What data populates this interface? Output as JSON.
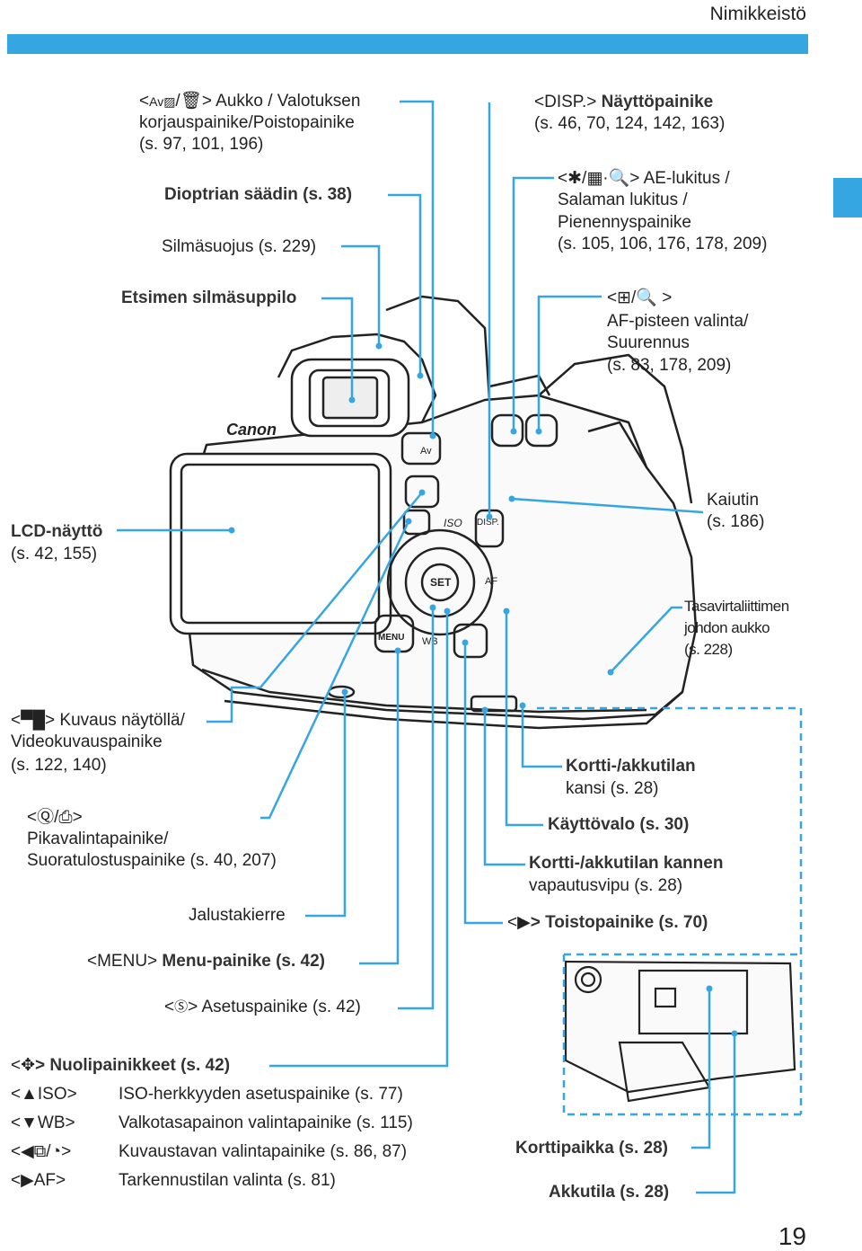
{
  "header": {
    "title": "Nimikkeistö"
  },
  "page_number": "19",
  "colors": {
    "accent": "#35a6e2",
    "callout_line": "#35a6e2",
    "line_art": "#222222"
  },
  "callouts_left": {
    "aperture": {
      "prefix": "<",
      "suffix": "> Aukko / Valotuksen",
      "line2": "korjauspainike/Poistopainike",
      "line3": "(s. 97, 101, 196)"
    },
    "diopter": "Dioptrian säädin (s. 38)",
    "eyecup": "Silmäsuojus (s. 229)",
    "eyepiece": "Etsimen silmäsuppilo",
    "lcd": {
      "line1": "LCD-näyttö",
      "line2": "(s. 42, 155)"
    },
    "liveview": {
      "prefix": "<",
      "suffix": "> Kuvaus näytöllä/",
      "line2": "Videokuvauspainike",
      "line3": "(s. 122, 140)"
    },
    "quick": {
      "prefix": "<",
      "sep": "/",
      "suffix": ">",
      "line2": "Pikavalintapainike/",
      "line3": "Suoratulostuspainike (s. 40, 207)"
    },
    "tripod": "Jalustakierre",
    "menu": {
      "prefix": "<MENU>",
      "text": " Menu-painike (s. 42)"
    },
    "set": {
      "prefix": "<",
      "suffix": "> Asetuspainike (s. 42)"
    }
  },
  "callouts_right": {
    "disp": {
      "prefix": "<DISP.>",
      "text": " Näyttöpainike",
      "line2": "(s. 46, 70, 124, 142, 163)"
    },
    "ae_lock": {
      "prefix": "<",
      "suffix": "> AE-lukitus /",
      "line2": "Salaman lukitus /",
      "line3": "Pienennyspainike",
      "line4": "(s. 105, 106, 176, 178, 209)"
    },
    "af_point": {
      "prefix": "<",
      "sep": "/",
      "suffix": " >",
      "line2": "AF-pisteen valinta/",
      "line3": "Suurennus",
      "line4": "(s. 83, 178, 209)"
    },
    "speaker": {
      "line1": "Kaiutin",
      "line2": "(s. 186)"
    },
    "dc_coupler": {
      "line1": "Tasavirtaliittimen",
      "line2": "johdon aukko",
      "line3": "(s. 228)"
    },
    "card_cover": {
      "line1": "Kortti-/akkutilan",
      "line2": "kansi (s. 28)"
    },
    "power": "Käyttövalo (s. 30)",
    "release": {
      "line1": "Kortti-/akkutilan kannen",
      "line2": "vapautusvipu (s. 28)"
    },
    "playback": {
      "prefix": "<",
      "suffix": "> Toistopainike (s. 70)"
    },
    "card_slot": "Korttipaikka (s. 28)",
    "battery": "Akkutila (s. 28)"
  },
  "cross_keys": {
    "title": {
      "prefix": "<",
      "suffix": "> Nuolipainikkeet (s. 42)"
    },
    "rows": [
      {
        "key": "<▲ISO>",
        "desc": "ISO-herkkyyden asetuspainike (s. 77)"
      },
      {
        "key": "<▼WB>",
        "desc": "Valkotasapainon valintapainike (s. 115)"
      },
      {
        "key": "<◀",
        "desc": "Kuvaustavan valintapainike (s. 86, 87)"
      },
      {
        "key": "<▶AF>",
        "desc": "Tarkennustilan valinta (s. 81)"
      }
    ]
  },
  "camera_labels": {
    "brand": "Canon",
    "iso": "ISO",
    "disp": "DISP.",
    "set": "SET",
    "af": "AF",
    "menu": "MENU",
    "wb": "WB",
    "av": "Av"
  }
}
